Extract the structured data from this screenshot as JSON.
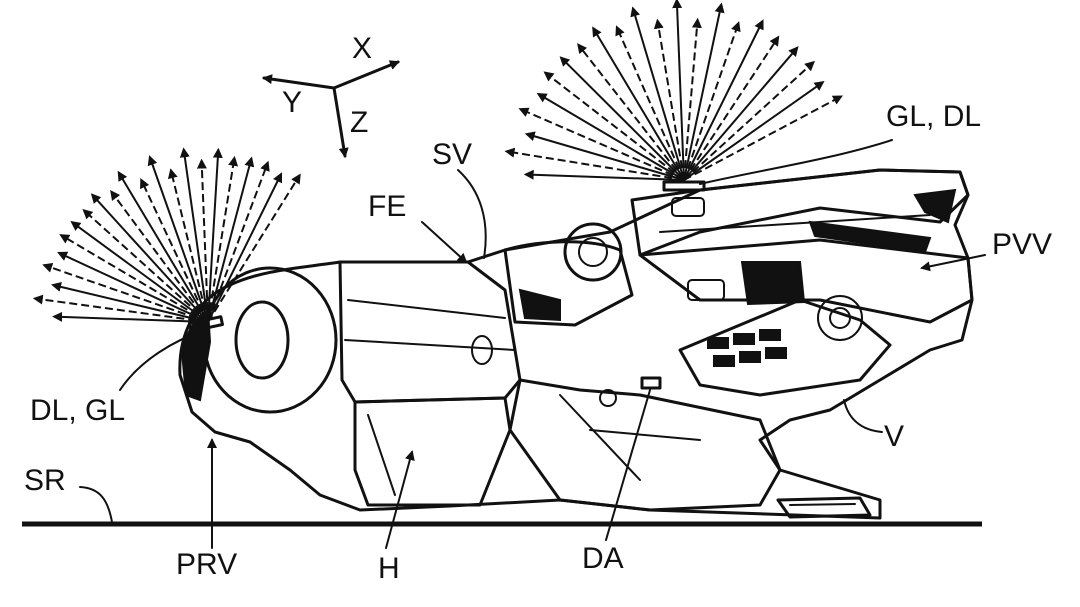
{
  "labels": {
    "x_axis": "X",
    "y_axis": "Y",
    "z_axis": "Z",
    "sv": "SV",
    "fe": "FE",
    "gl_dl": "GL, DL",
    "pvv": "PVV",
    "dl_gl": "DL, GL",
    "sr": "SR",
    "prv": "PRV",
    "h": "H",
    "da": "DA",
    "v": "V"
  },
  "light_rays": {
    "left_emitter": {
      "ray_count": 22
    },
    "right_emitter": {
      "ray_count": 22
    }
  },
  "colors": {
    "ink": "#111111",
    "background": "#ffffff"
  }
}
